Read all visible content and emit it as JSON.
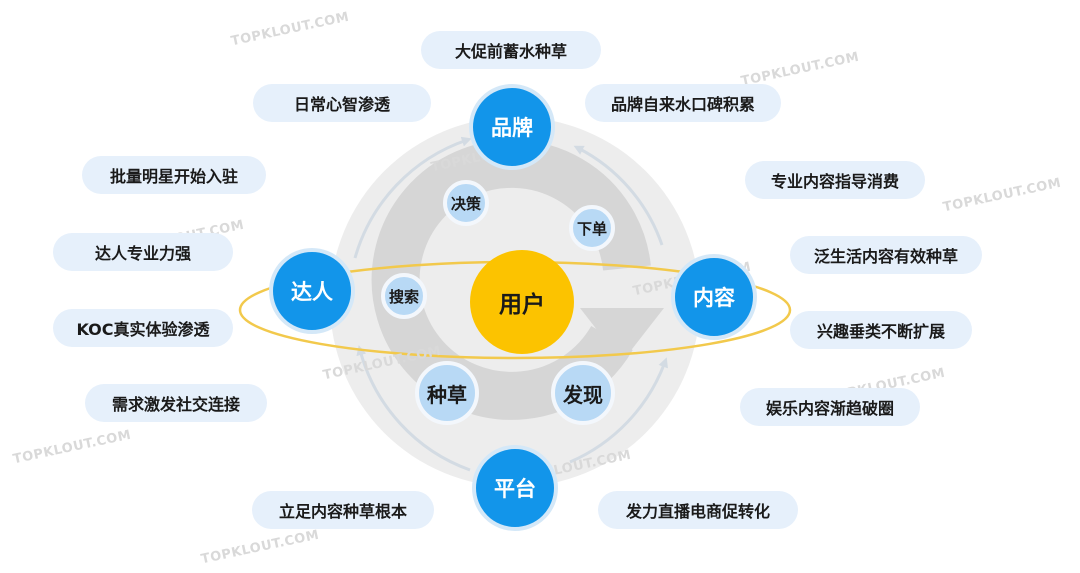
{
  "center": {
    "label": "用户"
  },
  "main_nodes": {
    "brand": "品牌",
    "kol": "达人",
    "content": "内容",
    "platform": "平台"
  },
  "inner_nodes": {
    "decision": "决策",
    "order": "下单",
    "search": "搜索",
    "seed": "种草",
    "discover": "发现"
  },
  "brand_pills": [
    "大促前蓄水种草",
    "日常心智渗透",
    "品牌自来水口碑积累"
  ],
  "kol_pills": [
    "批量明星开始入驻",
    "达人专业力强",
    "KOC真实体验渗透",
    "需求激发社交连接"
  ],
  "content_pills": [
    "专业内容指导消费",
    "泛生活内容有效种草",
    "兴趣垂类不断扩展",
    "娱乐内容渐趋破圈"
  ],
  "platform_pills": [
    "立足内容种草根本",
    "发力直播电商促转化"
  ],
  "watermark": "TOPKLOUT.COM",
  "colors": {
    "primary": "#1295ea",
    "center": "#fcc300",
    "pill_bg": "#e6f0fb",
    "orbit": "#f2c94c"
  }
}
